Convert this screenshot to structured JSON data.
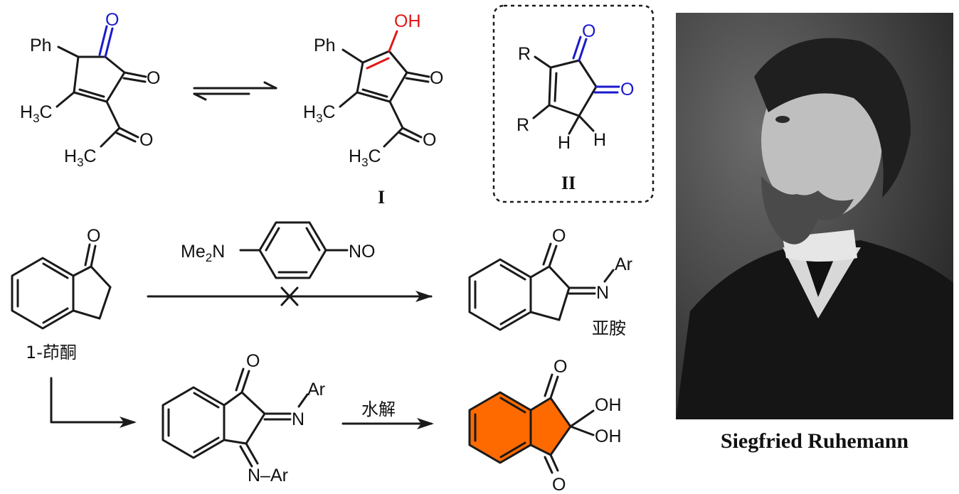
{
  "structure_labels": {
    "ph": "Ph",
    "h3c": "H",
    "three": "3",
    "c": "C",
    "o": "O",
    "oh": "OH",
    "r": "R",
    "h": "H",
    "me2n_me": "Me",
    "me2n_2": "2",
    "me2n_n": "N",
    "no": "NO",
    "ar": "Ar",
    "n": "N",
    "n_ar": "N–Ar"
  },
  "compound_labels": {
    "I": "I",
    "II": "II",
    "indanone": "1-茚酮",
    "imine": "亚胺"
  },
  "reaction_labels": {
    "hydrolysis": "水解",
    "blocked_mark": "×"
  },
  "portrait": {
    "caption": "Siegfried Ruhemann"
  },
  "colors": {
    "blue": "#1a1acc",
    "red": "#e01818",
    "orange": "#ff6a00"
  }
}
